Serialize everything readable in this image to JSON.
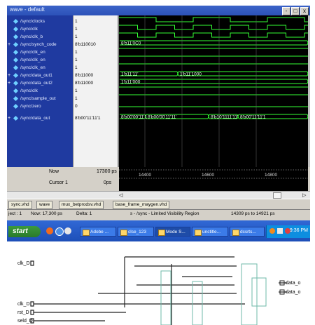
{
  "window": {
    "title": "wave - default",
    "buttons": [
      "-",
      "□",
      "x"
    ]
  },
  "signals": [
    {
      "name": "/sync/clocks",
      "value": "1",
      "expand": ""
    },
    {
      "name": "/sync/clk",
      "value": "1",
      "expand": ""
    },
    {
      "name": "/sync/clk_b",
      "value": "1",
      "expand": ""
    },
    {
      "name": "/sync/synch_code",
      "value": "8'b110010",
      "expand": "+"
    },
    {
      "name": "/sync/clk_en",
      "value": "1",
      "expand": ""
    },
    {
      "name": "/sync/clk_en",
      "value": "1",
      "expand": ""
    },
    {
      "name": "/sync/clk_en",
      "value": "1",
      "expand": ""
    },
    {
      "name": "/sync/data_out1",
      "value": "8'b11000",
      "expand": "+"
    },
    {
      "name": "/sync/data_out2",
      "value": "8'b11000",
      "expand": "+"
    },
    {
      "name": "/sync/clk",
      "value": "1",
      "expand": ""
    },
    {
      "name": "/sync/sample_out",
      "value": "1",
      "expand": ""
    },
    {
      "name": "/sync/zero",
      "value": "0",
      "expand": ""
    },
    {
      "name": "/sync/data_out",
      "value": "8'b00'11'11'1",
      "expand": "+"
    }
  ],
  "bus_labels": {
    "synch_code": "8'b11'0C0",
    "data_out1_a": "1'b11'11'",
    "data_out1_b": "1'b11'1000",
    "data_out2": "1'b11'000",
    "data_out_a": "8'b00'00'11'1",
    "data_out_b": "8'b00'00'11'11'",
    "data_out_c": "8'b10'1111'11'",
    "data_out_d": "8'b00'11'11'1"
  },
  "ruler": {
    "now_label": "Now",
    "now_value": "17300 ps",
    "cursor_label": "Cursor 1",
    "cursor_value": "0ps",
    "ticks": [
      "14400",
      "14600",
      "14800"
    ]
  },
  "tabs": [
    "sync.vhd",
    "wave",
    "mux_betprodsv.vhd",
    "base_frame_maygen.vhd"
  ],
  "status": {
    "project": "ject : 1",
    "now": "Now: 17,300 ps",
    "delta": "Delta: 1",
    "region": "s - /sync - Limited Visibility Region",
    "range": "14309 ps to 14921 ps"
  },
  "taskbar": {
    "start": "start",
    "items": [
      "Adobe ...",
      "clse_123",
      "Mode S...",
      "unctitle...",
      "dcsrts..."
    ],
    "clock": "9:36 PM"
  },
  "schematic": {
    "pins": [
      "clk_D",
      "clk_D",
      "rst_D",
      "seld_D",
      "data_o",
      "data_o"
    ]
  }
}
